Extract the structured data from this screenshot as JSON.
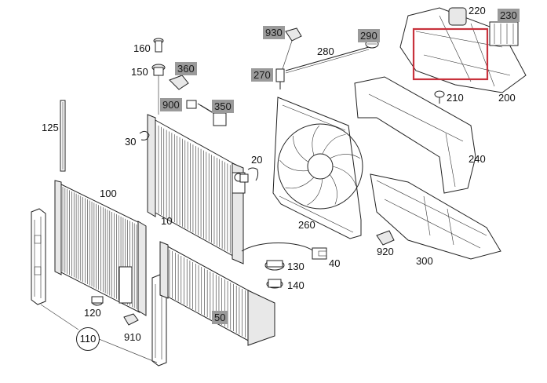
{
  "highlight_color": "#c8323c",
  "labels": [
    {
      "id": "l220",
      "text": "220",
      "highlight": false
    },
    {
      "id": "l230",
      "text": "230",
      "highlight": true
    },
    {
      "id": "l930",
      "text": "930",
      "highlight": true
    },
    {
      "id": "l290",
      "text": "290",
      "highlight": true
    },
    {
      "id": "l160",
      "text": "160",
      "highlight": false
    },
    {
      "id": "l280",
      "text": "280",
      "highlight": false
    },
    {
      "id": "l150",
      "text": "150",
      "highlight": false
    },
    {
      "id": "l360",
      "text": "360",
      "highlight": true
    },
    {
      "id": "l270",
      "text": "270",
      "highlight": true
    },
    {
      "id": "l210",
      "text": "210",
      "highlight": false
    },
    {
      "id": "l200",
      "text": "200",
      "highlight": false
    },
    {
      "id": "l900",
      "text": "900",
      "highlight": true
    },
    {
      "id": "l350",
      "text": "350",
      "highlight": true
    },
    {
      "id": "l125",
      "text": "125",
      "highlight": false
    },
    {
      "id": "l30",
      "text": "30",
      "highlight": false
    },
    {
      "id": "l240",
      "text": "240",
      "highlight": false
    },
    {
      "id": "l20",
      "text": "20",
      "highlight": false
    },
    {
      "id": "l100",
      "text": "100",
      "highlight": false
    },
    {
      "id": "l10",
      "text": "10",
      "highlight": false
    },
    {
      "id": "l260",
      "text": "260",
      "highlight": false
    },
    {
      "id": "l920",
      "text": "920",
      "highlight": false
    },
    {
      "id": "l300",
      "text": "300",
      "highlight": false
    },
    {
      "id": "l130",
      "text": "130",
      "highlight": false
    },
    {
      "id": "l40",
      "text": "40",
      "highlight": false
    },
    {
      "id": "l140",
      "text": "140",
      "highlight": false
    },
    {
      "id": "l120",
      "text": "120",
      "highlight": false
    },
    {
      "id": "l50",
      "text": "50",
      "highlight": true
    },
    {
      "id": "l910",
      "text": "910",
      "highlight": false
    },
    {
      "id": "l110",
      "text": "110",
      "highlight": false,
      "circled": true
    }
  ]
}
